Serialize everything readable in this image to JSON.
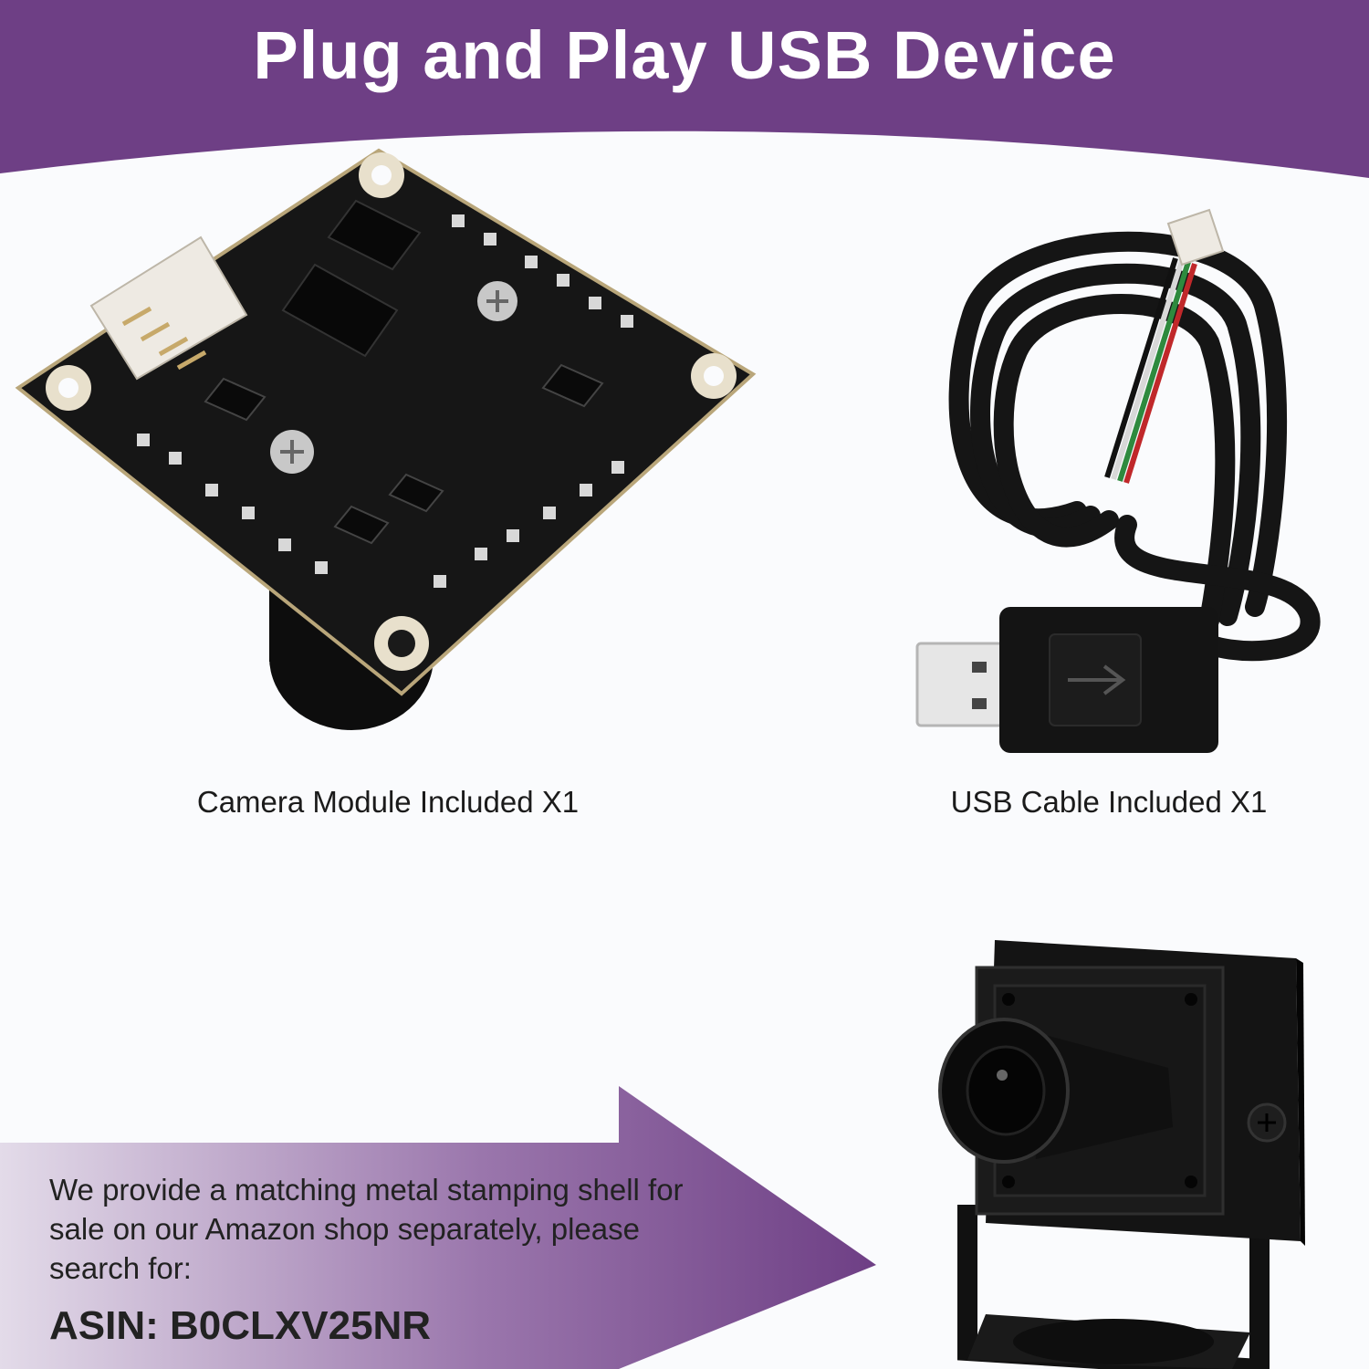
{
  "header": {
    "title": "Plug and Play USB Device"
  },
  "items": [
    {
      "caption": "Camera Module Included X1",
      "icon": "camera-module-board-icon"
    },
    {
      "caption": "USB Cable Included X1",
      "icon": "usb-cable-icon"
    },
    {
      "icon": "metal-camera-shell-icon"
    }
  ],
  "promo": {
    "text": "We provide a matching metal stamping shell for sale on our Amazon shop separately, please search for:",
    "asin": "ASIN: B0CLXV25NR"
  },
  "colors": {
    "brand_purple": "#6e3f85",
    "background": "#fafbfd",
    "board_black": "#141414",
    "connector_white": "#eeeae3"
  }
}
